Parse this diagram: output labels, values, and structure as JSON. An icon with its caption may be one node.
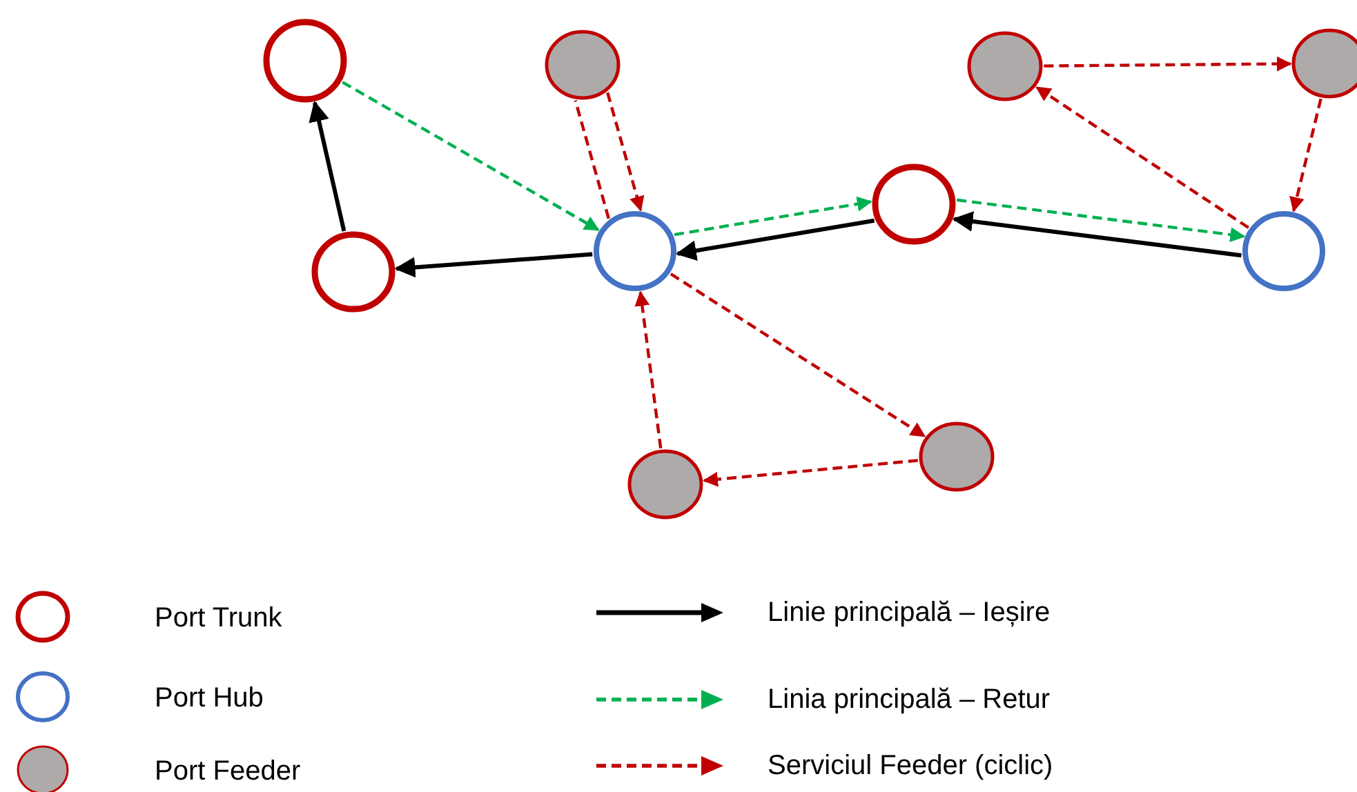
{
  "diagram": {
    "nodes": [
      {
        "text": [],
        "shape": "circle"
      },
      {
        "text": [],
        "shape": "circle"
      },
      {
        "text": [],
        "shape": "circle"
      },
      {
        "text": [],
        "shape": "circle"
      },
      {
        "text": [],
        "shape": "circle"
      },
      {
        "text": [],
        "shape": "circle"
      },
      {
        "text": [],
        "shape": "circle"
      },
      {
        "text": [],
        "shape": "circle"
      },
      {
        "text": [],
        "shape": "circle"
      },
      {
        "text": [],
        "shape": "circle"
      }
    ],
    "edges": [
      {
        "from": 4,
        "to": 0,
        "arrow": "to",
        "color": "#000000"
      },
      {
        "from": 5,
        "to": 4,
        "arrow": "to",
        "color": "#000000"
      },
      {
        "from": 6,
        "to": 5,
        "arrow": "to",
        "color": "#000000"
      },
      {
        "from": 7,
        "to": 6,
        "arrow": "to",
        "color": "#000000"
      },
      {
        "from": 0,
        "to": 5,
        "arrow": "to",
        "style": "dashed",
        "color": "#00b050"
      },
      {
        "from": 5,
        "to": 6,
        "arrow": "to",
        "style": "dashed",
        "color": "#00b050"
      },
      {
        "from": 6,
        "to": 7,
        "arrow": "to",
        "style": "dashed",
        "color": "#00b050"
      },
      {
        "from": 1,
        "to": 5,
        "arrow": "to",
        "style": "dashed"
      },
      {
        "from": 5,
        "to": 1,
        "arrow": "none",
        "style": "dashed"
      },
      {
        "from": 2,
        "to": 3,
        "arrow": "to",
        "style": "dashed"
      },
      {
        "from": 3,
        "to": 7,
        "arrow": "to",
        "style": "dashed"
      },
      {
        "from": 7,
        "to": 2,
        "arrow": "to",
        "style": "dashed"
      },
      {
        "from": 5,
        "to": 8,
        "arrow": "to",
        "style": "dashed"
      },
      {
        "from": 8,
        "to": 9,
        "arrow": "to",
        "style": "dashed"
      },
      {
        "from": 9,
        "to": 5,
        "arrow": "to",
        "style": "dashed"
      }
    ],
    "legend": [
      {
        "text": "Port Trunk"
      },
      {
        "text": "Port Hub"
      },
      {
        "text": "Port Feeder"
      },
      {
        "text": "Linie principală – Ieșire"
      },
      {
        "text": "Linia principală – Retur"
      },
      {
        "text": "Serviciul Feeder (ciclic)"
      }
    ]
  }
}
